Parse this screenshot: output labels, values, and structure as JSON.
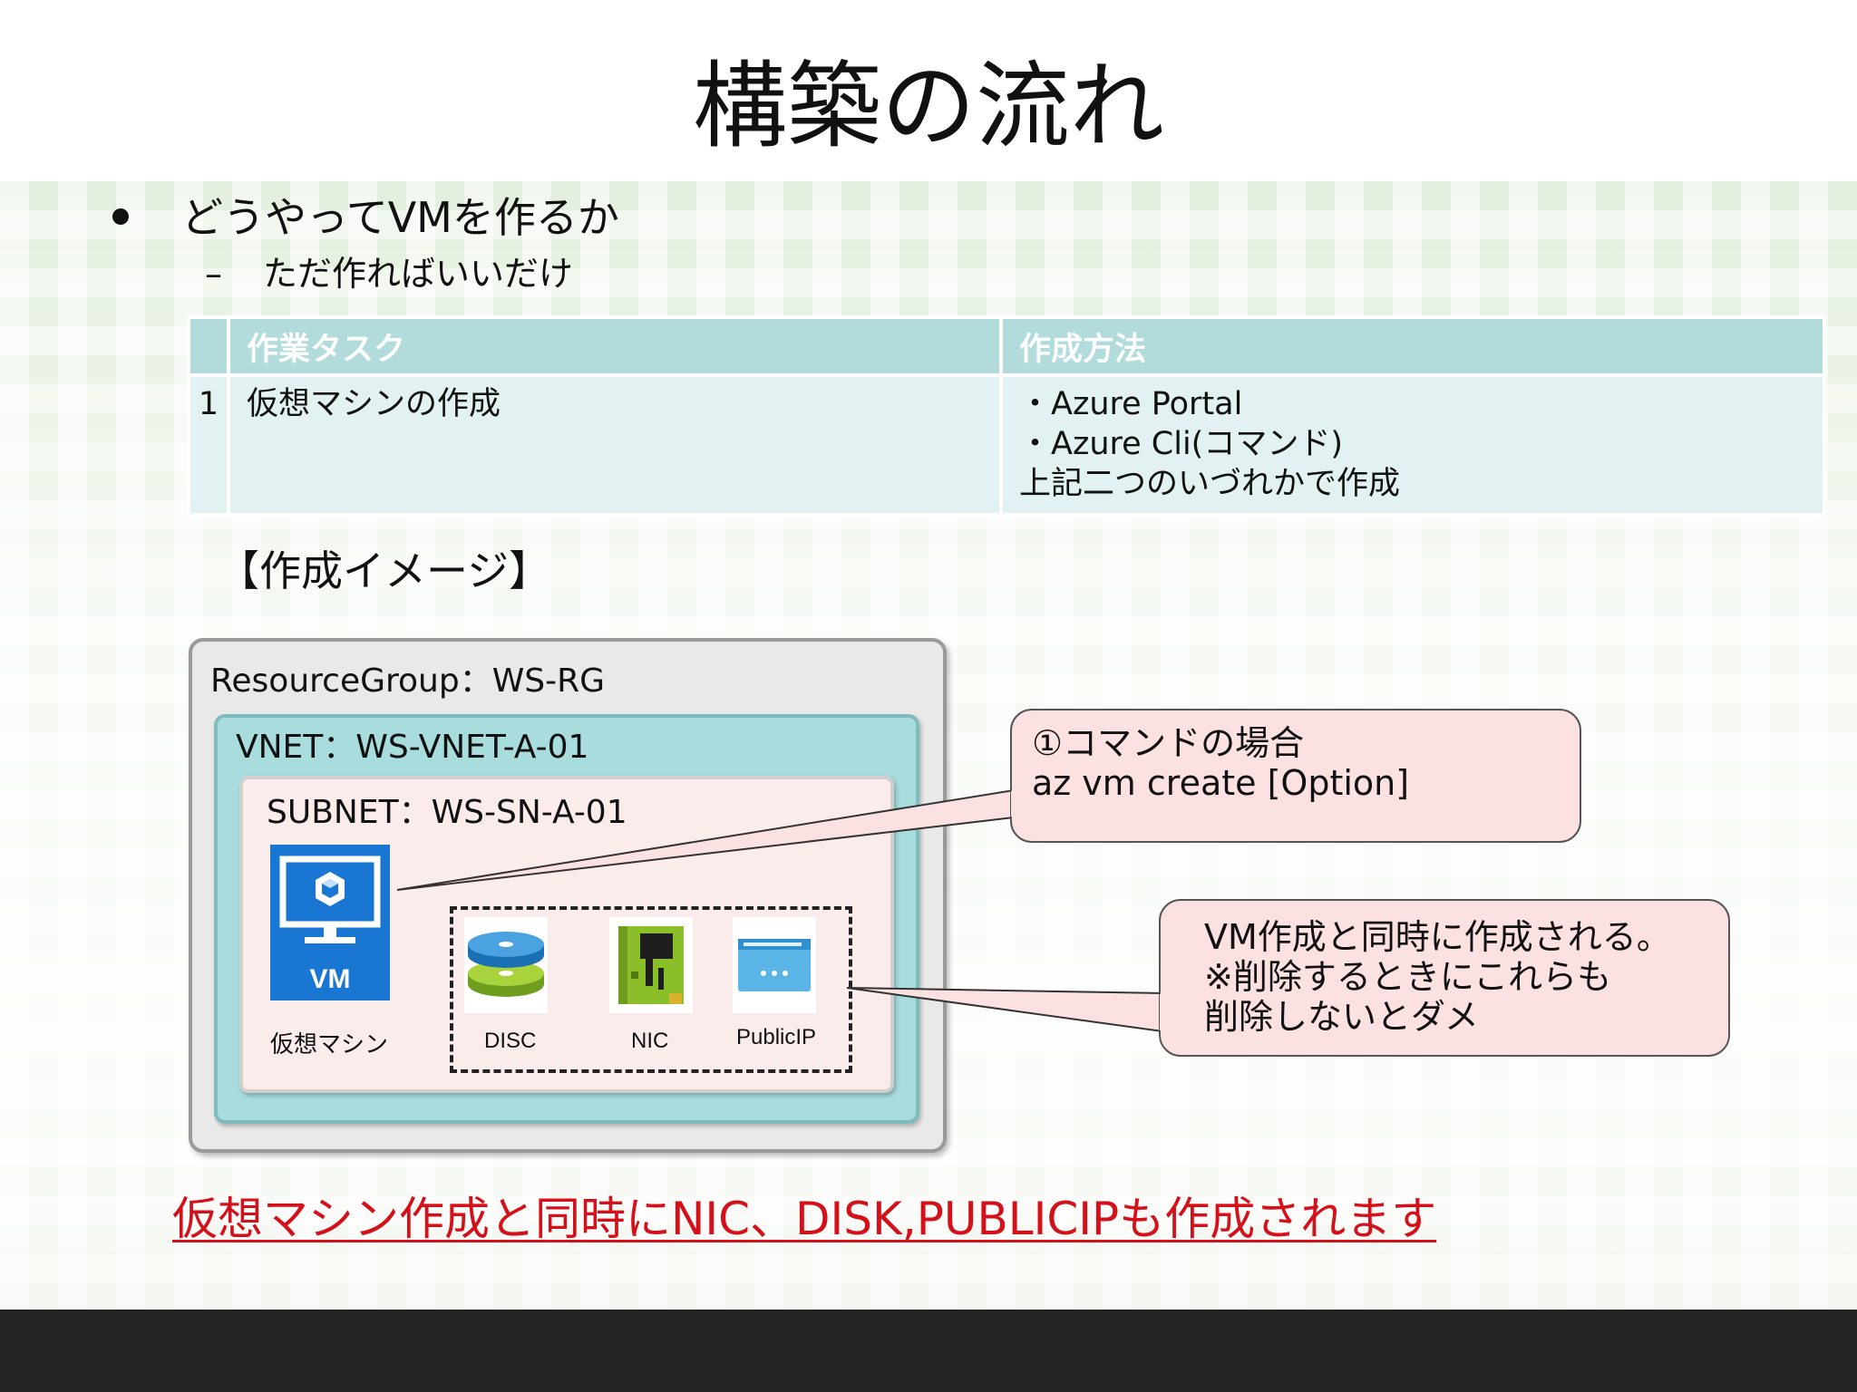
{
  "slide": {
    "title": "構築の流れ"
  },
  "bullets": {
    "main": "どうやってVMを作るか",
    "dash": "–",
    "sub": "ただ作ればいいだけ"
  },
  "table": {
    "headers": [
      "",
      "作業タスク",
      "作成方法"
    ],
    "rows": [
      {
        "no": "1",
        "task": "仮想マシンの作成",
        "method": [
          "・Azure Portal",
          "・Azure Cli(コマンド)",
          "上記二つのいづれかで作成"
        ]
      }
    ]
  },
  "image_label": "【作成イメージ】",
  "diagram": {
    "resource_group": "ResourceGroup：WS-RG",
    "vnet": "VNET：WS-VNET-A-01",
    "subnet": "SUBNET：WS-SN-A-01",
    "vm_icon_text": "VM",
    "vm_caption": "仮想マシン",
    "resources": [
      {
        "label": "DISC",
        "icon": "disk-icon"
      },
      {
        "label": "NIC",
        "icon": "nic-icon"
      },
      {
        "label": "PublicIP",
        "icon": "public-ip-icon"
      }
    ]
  },
  "callouts": {
    "command": [
      "①コマンドの場合",
      "az vm create [Option]"
    ],
    "auto_created": [
      "VM作成と同時に作成される。",
      "※削除するときにこれらも",
      "削除しないとダメ"
    ]
  },
  "footer_note": "仮想マシン作成と同時にNIC、DISK,PUBLICIPも作成されます",
  "colors": {
    "table_header": "#b2dcdc",
    "table_cell": "#e2f1f1",
    "vnet_fill": "#a8dcdd",
    "subnet_fill": "#fbecec",
    "callout_fill": "#fce1e2",
    "vm_blue": "#1976d2",
    "footer_red": "#d4101a",
    "bottom_bar": "#232323"
  }
}
